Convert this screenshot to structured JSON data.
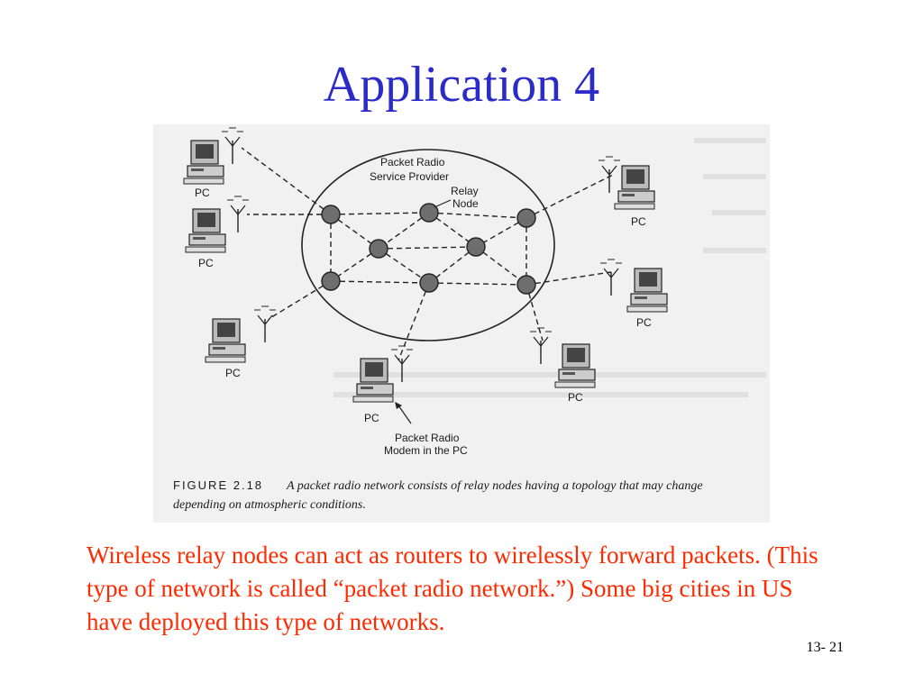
{
  "slide": {
    "title": "Application 4",
    "caption": "Wireless relay nodes can act as routers to wirelessly forward packets. (This type of network is called “packet radio network.”) Some big cities in US have deployed this type of networks.",
    "slide_number": "13- 21"
  },
  "figure": {
    "provider_label_line1": "Packet Radio",
    "provider_label_line2": "Service Provider",
    "relay_label_line1": "Relay",
    "relay_label_line2": "Node",
    "modem_label_line1": "Packet Radio",
    "modem_label_line2": "Modem in the PC",
    "pc_label": "PC",
    "caption_prefix": "FIGURE 2.18",
    "caption_line1": "A packet radio network consists of relay nodes having a topology that may change",
    "caption_line2": "depending on atmospheric conditions."
  },
  "colors": {
    "title": "#2b2bc8",
    "caption": "#ff2a00",
    "scan_background": "#f1f1f1"
  }
}
